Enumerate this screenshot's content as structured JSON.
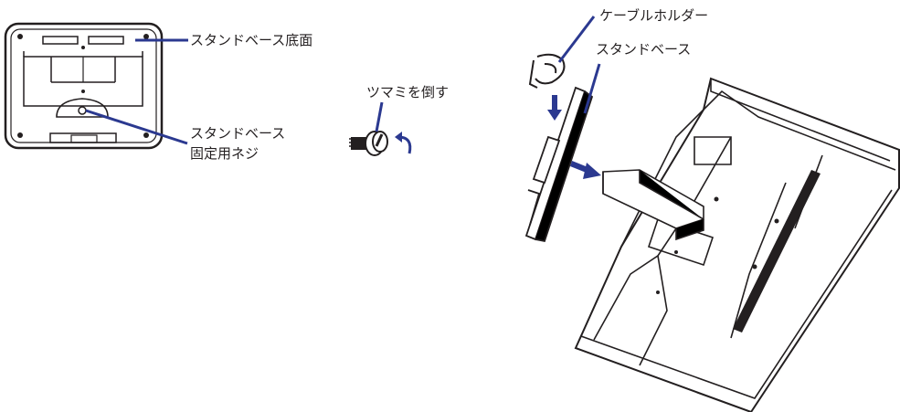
{
  "labels": {
    "stand_base_bottom": "スタンドベース底面",
    "stand_base_screw_line1": "スタンドベース",
    "stand_base_screw_line2": "固定用ネジ",
    "turn_knob": "ツマミを倒す",
    "cable_holder": "ケーブルホルダー",
    "stand_base": "スタンドベース"
  },
  "colors": {
    "accent": "#2b3990",
    "line": "#231f20",
    "background": "#ffffff"
  }
}
